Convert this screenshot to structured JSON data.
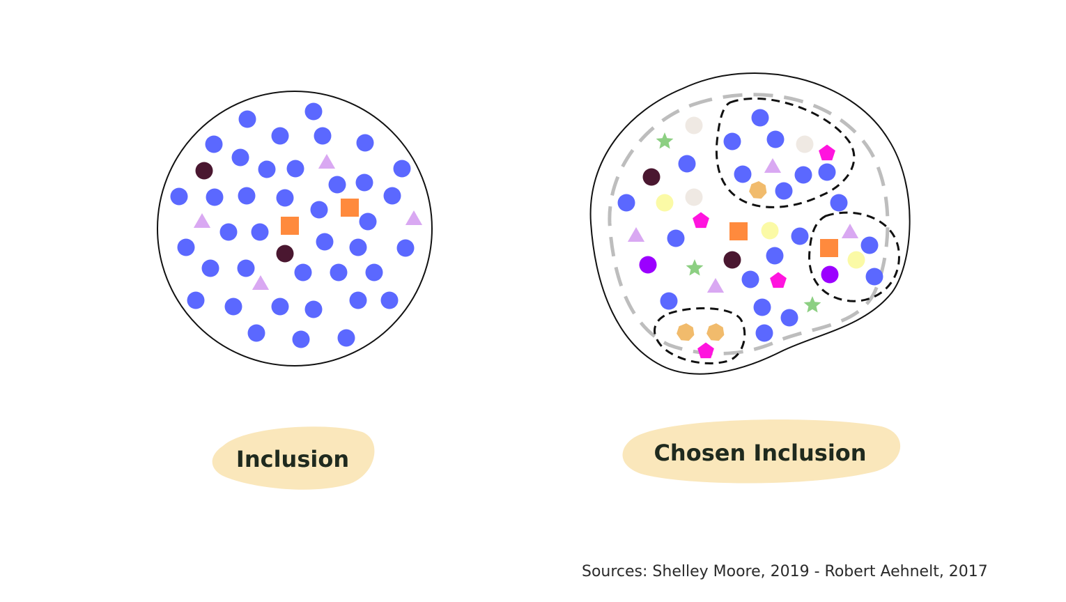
{
  "labels": {
    "left": "Inclusion",
    "right": "Chosen Inclusion"
  },
  "sources": "Sources: Shelley Moore, 2019 - Robert Aehnelt, 2017",
  "colors": {
    "member": "#5b68ff",
    "dark": "#4a1730",
    "triangle": "#d9a8f2",
    "square": "#ff8a3d",
    "star": "#8ccf82",
    "pentagon": "#ff14de",
    "cream": "#efe9e3",
    "yellow": "#fbfaa6",
    "purple": "#9b00ff",
    "tan": "#f1bb6c",
    "label_blob": "#fae7bb",
    "outline": "#111111",
    "dashed_outer": "#bdbdbd"
  }
}
